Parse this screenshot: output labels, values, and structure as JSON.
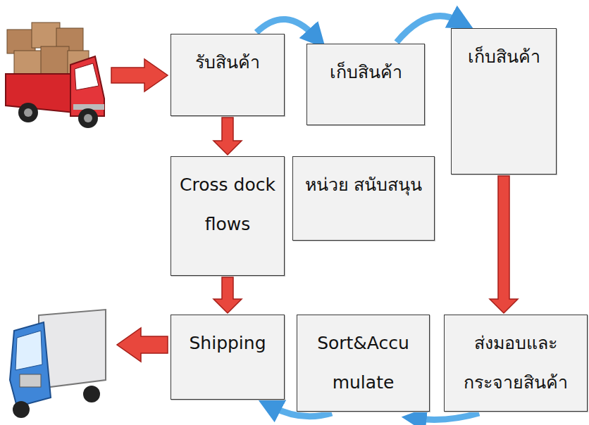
{
  "diagram": {
    "nodes": [
      {
        "text": [
          "รับสินค้า"
        ]
      },
      {
        "text": [
          "เก็บสินค้า"
        ]
      },
      {
        "text": [
          "เก็บสินค้า"
        ]
      },
      {
        "text": [
          "Cross dock flows"
        ]
      },
      {
        "text": [
          "หน่วย สนับสนุน"
        ]
      },
      {
        "text": [
          "Shipping"
        ]
      },
      {
        "text": [
          "Sort&Accu mulate"
        ]
      },
      {
        "text": [
          "ส่งมอบและ กระจายสินค้า"
        ]
      }
    ],
    "edges": [
      {
        "from": 0,
        "to": 1,
        "arrow": "to"
      },
      {
        "from": 1,
        "to": 2,
        "arrow": "to"
      },
      {
        "from": 2,
        "to": 7,
        "arrow": "to"
      },
      {
        "from": 7,
        "to": 6,
        "arrow": "to"
      },
      {
        "from": 6,
        "to": 5,
        "arrow": "to"
      },
      {
        "from": 0,
        "to": 3,
        "arrow": "to"
      },
      {
        "from": 3,
        "to": 5,
        "arrow": "to"
      }
    ]
  }
}
